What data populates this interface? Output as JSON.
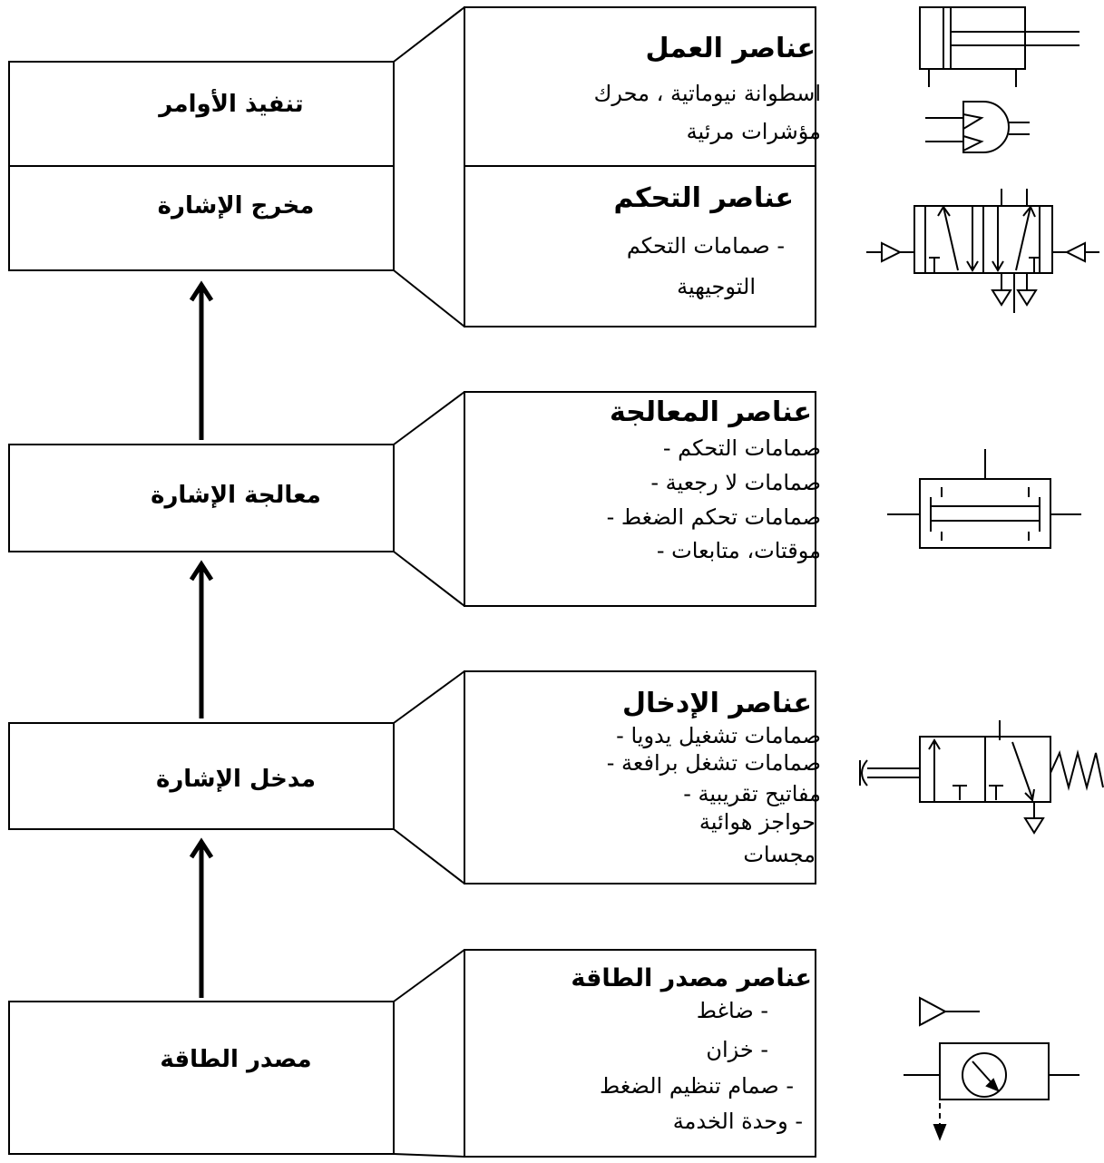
{
  "stages": [
    {
      "id": "execution",
      "label": "تنفيذ الأوامر"
    },
    {
      "id": "output",
      "label": "مخرج الإشارة"
    },
    {
      "id": "processing",
      "label": "معالجة الإشارة"
    },
    {
      "id": "input",
      "label": "مدخل الإشارة"
    },
    {
      "id": "energy",
      "label": "مصدر الطاقة"
    }
  ],
  "groups": [
    {
      "id": "work",
      "title": "عناصر العمل",
      "items": [
        "اسطوانة نيوماتية ، محرك",
        "مؤشرات مرئية"
      ]
    },
    {
      "id": "control",
      "title": "عناصر التحكم",
      "items": [
        "- صمامات التحكم",
        "التوجيهية"
      ]
    },
    {
      "id": "processing",
      "title": "عناصر المعالجة",
      "items": [
        "صمامات التحكم -",
        "صمامات لا رجعية -",
        "صمامات تحكم الضغط -",
        "موقتات، متابعات -"
      ]
    },
    {
      "id": "input",
      "title": "عناصر الإدخال",
      "items": [
        "صمامات تشغيل يدويا -",
        "صمامات تشغل برافعة -",
        "مفاتيح تقريبية -",
        "حواجز هوائية",
        "مجسات"
      ]
    },
    {
      "id": "energy",
      "title": "عناصر مصدر الطاقة",
      "items": [
        "- ضاغط",
        "- خزان",
        "- صمام تنظيم الضغط",
        "- وحدة الخدمة"
      ]
    }
  ],
  "symbols": [
    "cylinder-symbol",
    "indicator-symbol",
    "directional-valve-symbol",
    "processing-valve-symbol",
    "input-valve-symbol",
    "compressor-symbol",
    "service-unit-symbol"
  ]
}
